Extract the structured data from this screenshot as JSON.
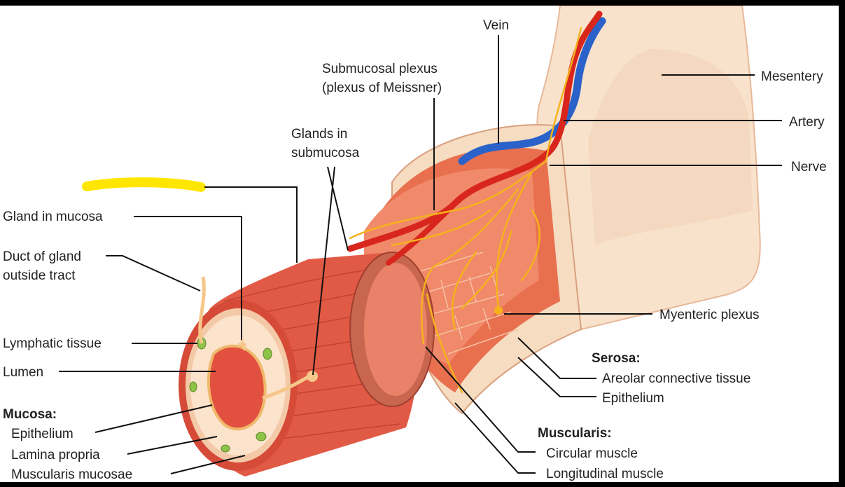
{
  "labels": {
    "vein": "Vein",
    "submucosal_plexus_1": "Submucosal plexus",
    "submucosal_plexus_2": "(plexus of Meissner)",
    "mesentery": "Mesentery",
    "artery": "Artery",
    "nerve": "Nerve",
    "glands_submucosa_1": "Glands in",
    "glands_submucosa_2": "submucosa",
    "gland_in_mucosa": "Gland in mucosa",
    "duct_1": "Duct of gland",
    "duct_2": "outside tract",
    "lymphatic_tissue": "Lymphatic tissue",
    "lumen": "Lumen",
    "myenteric_plexus": "Myenteric plexus"
  },
  "groups": {
    "mucosa": {
      "header": "Mucosa:",
      "items": [
        "Epithelium",
        "Lamina propria",
        "Muscularis mucosae"
      ]
    },
    "serosa": {
      "header": "Serosa:",
      "items": [
        "Areolar connective tissue",
        "Epithelium"
      ]
    },
    "muscularis": {
      "header": "Muscularis:",
      "items": [
        "Circular muscle",
        "Longitudinal muscle"
      ]
    }
  },
  "colors": {
    "highlight": "#ffe600",
    "artery": "#d9261c",
    "vein": "#2a62c9",
    "nerve": "#f5b21c",
    "muscle": "#e25b47",
    "serosa": "#f6dcc0"
  }
}
